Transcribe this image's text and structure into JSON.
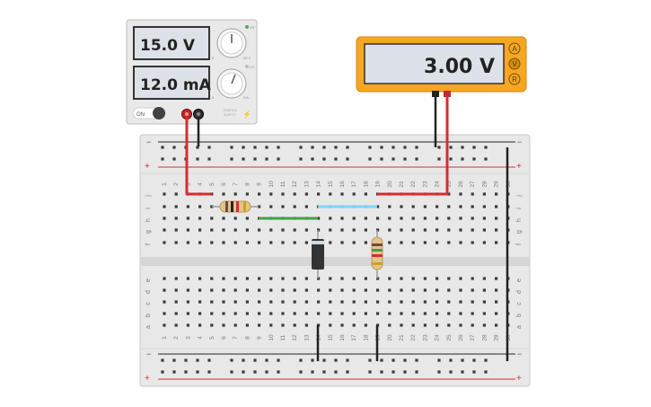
{
  "power_supply": {
    "voltage": "15.0 V",
    "current": "12.0 mA",
    "on_label": "ON",
    "brand_label": "ENERGY SUPPLY",
    "dial_min": "0",
    "voltage_dial_max": "30 V",
    "current_dial_max": "5 A",
    "led_label_vs": "VS",
    "led_label_cc": "CC"
  },
  "multimeter": {
    "reading": "3.00 V",
    "modes": [
      "A",
      "V",
      "R"
    ],
    "selected_mode": "V"
  },
  "breadboard": {
    "columns": [
      "1",
      "2",
      "3",
      "4",
      "5",
      "6",
      "7",
      "8",
      "9",
      "10",
      "11",
      "12",
      "13",
      "14",
      "15",
      "16",
      "17",
      "18",
      "19",
      "20",
      "21",
      "22",
      "23",
      "24",
      "25",
      "26",
      "27",
      "28",
      "29",
      "30"
    ],
    "rows_top": [
      "j",
      "i",
      "h",
      "g",
      "f"
    ],
    "rows_bottom": [
      "e",
      "d",
      "c",
      "b",
      "a"
    ],
    "rail_minus": "−",
    "rail_plus": "+"
  },
  "colors": {
    "wire_red": "#d32f2f",
    "wire_black": "#222222",
    "wire_green": "#43a047",
    "wire_blue": "#81d4fa",
    "meter_frame": "#f5a623",
    "lcd": "#dde2e8"
  }
}
